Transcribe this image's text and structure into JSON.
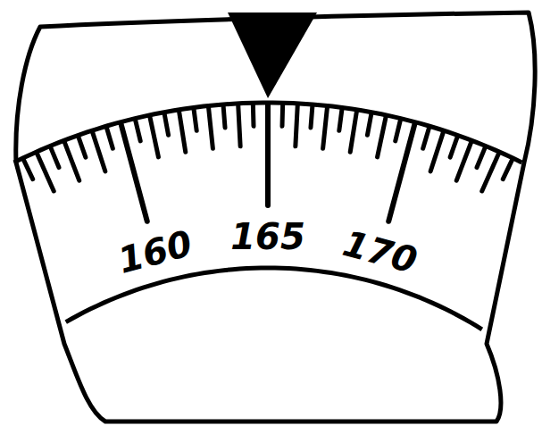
{
  "diagram": {
    "labels": [
      "160",
      "165",
      "170"
    ]
  }
}
